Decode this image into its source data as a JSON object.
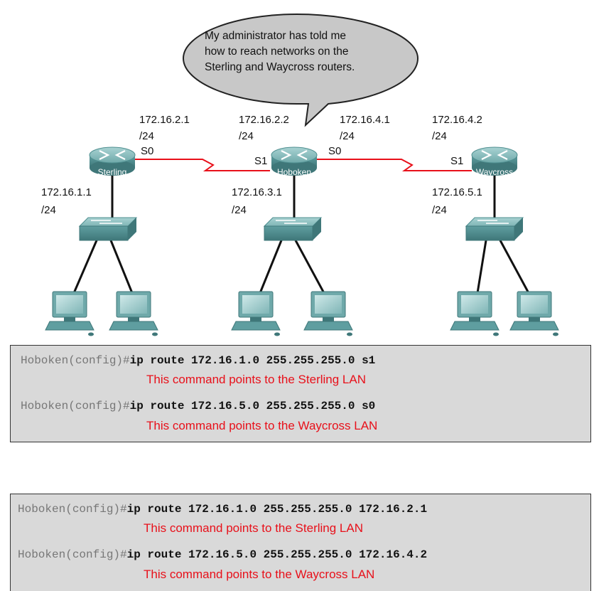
{
  "bubble": {
    "lines": [
      "My administrator has told me",
      "how to reach networks on the",
      "Sterling and Waycross routers."
    ]
  },
  "routers": {
    "sterling": {
      "name": "Sterling",
      "serial_ip": "172.16.2.1",
      "serial_mask": "/24",
      "serial_if": "S0",
      "lan_ip": "172.16.1.1",
      "lan_mask": "/24"
    },
    "hoboken": {
      "name": "Hoboken",
      "left_ip": "172.16.2.2",
      "left_mask": "/24",
      "left_if": "S1",
      "right_ip": "172.16.4.1",
      "right_mask": "/24",
      "right_if": "S0",
      "lan_ip": "172.16.3.1",
      "lan_mask": "/24"
    },
    "waycross": {
      "name": "Waycross",
      "serial_ip": "172.16.4.2",
      "serial_mask": "/24",
      "serial_if": "S1",
      "lan_ip": "172.16.5.1",
      "lan_mask": "/24"
    }
  },
  "box1": {
    "lines": [
      {
        "prompt": "Hoboken(config)#",
        "command": "ip route 172.16.1.0 255.255.255.0 s1",
        "note": "This command points to the Sterling LAN"
      },
      {
        "prompt": "Hoboken(config)#",
        "command": "ip route 172.16.5.0 255.255.255.0 s0",
        "note": "This command points to the Waycross LAN"
      }
    ]
  },
  "box2": {
    "lines": [
      {
        "prompt": "Hoboken(config)#",
        "command": "ip route 172.16.1.0 255.255.255.0 172.16.2.1",
        "note": "This command points to the Sterling LAN"
      },
      {
        "prompt": "Hoboken(config)#",
        "command": "ip route 172.16.5.0 255.255.255.0 172.16.4.2",
        "note": "This command points to the Waycross LAN"
      }
    ]
  },
  "colors": {
    "serial_link": "#e8101a",
    "device": "#5f9ea0",
    "note_text": "#e8101a",
    "box_bg": "#d9d9d9"
  }
}
